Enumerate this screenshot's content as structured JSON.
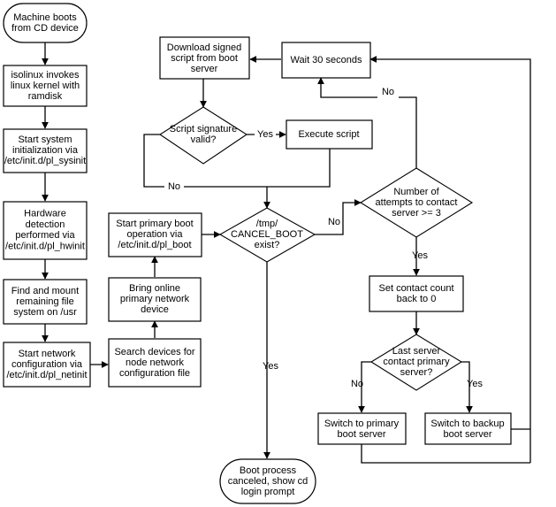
{
  "diagram": {
    "title": "PlanetLab CD boot process flowchart",
    "background_color": "#ffffff",
    "line_color": "#000000",
    "text_color": "#000000"
  },
  "nodes": {
    "machine_boots": {
      "label": "Machine boots\nfrom CD device",
      "shape": "terminator"
    },
    "isolinux": {
      "label": "isolinux invokes\nlinux kernel with\nramdisk",
      "shape": "process"
    },
    "sysinit": {
      "label": "Start system\ninitialization via\n/etc/init.d/pl_sysinit",
      "shape": "process"
    },
    "hwinit": {
      "label": "Hardware\ndetection\nperformed via\n/etc/init.d/pl_hwinit",
      "shape": "process"
    },
    "mount_usr": {
      "label": "Find and mount\nremaining file\nsystem on /usr",
      "shape": "process"
    },
    "netinit": {
      "label": "Start network\nconfiguration via\n/etc/init.d/pl_netinit",
      "shape": "process"
    },
    "search_devices": {
      "label": "Search devices for\nnode network\nconfiguration file",
      "shape": "process"
    },
    "bring_online": {
      "label": "Bring online\nprimary network\ndevice",
      "shape": "process"
    },
    "pl_boot": {
      "label": "Start primary boot\noperation via\n/etc/init.d/pl_boot",
      "shape": "process"
    },
    "cancel_boot": {
      "label": "/tmp/\nCANCEL_BOOT\nexist?",
      "shape": "decision"
    },
    "download_script": {
      "label": "Download signed\nscript from boot\nserver",
      "shape": "process"
    },
    "wait_30": {
      "label": "Wait 30 seconds",
      "shape": "process"
    },
    "sig_valid": {
      "label": "Script signature\nvalid?",
      "shape": "decision"
    },
    "execute_script": {
      "label": "Execute script",
      "shape": "process"
    },
    "attempts": {
      "label": "Number of\nattempts to contact\nserver >= 3",
      "shape": "decision"
    },
    "set_count": {
      "label": "Set contact count\nback to 0",
      "shape": "process"
    },
    "last_primary": {
      "label": "Last server\ncontact primary\nserver?",
      "shape": "decision"
    },
    "switch_primary": {
      "label": "Switch to primary\nboot server",
      "shape": "process"
    },
    "switch_backup": {
      "label": "Switch to backup\nboot server",
      "shape": "process"
    },
    "boot_canceled": {
      "label": "Boot process\ncanceled, show cd\nlogin prompt",
      "shape": "terminator"
    }
  },
  "edge_labels": {
    "sig_yes": "Yes",
    "sig_no": "No",
    "cancel_no": "No",
    "cancel_yes": "Yes",
    "attempts_yes": "Yes",
    "attempts_no": "No",
    "last_no": "No",
    "last_yes": "Yes"
  }
}
